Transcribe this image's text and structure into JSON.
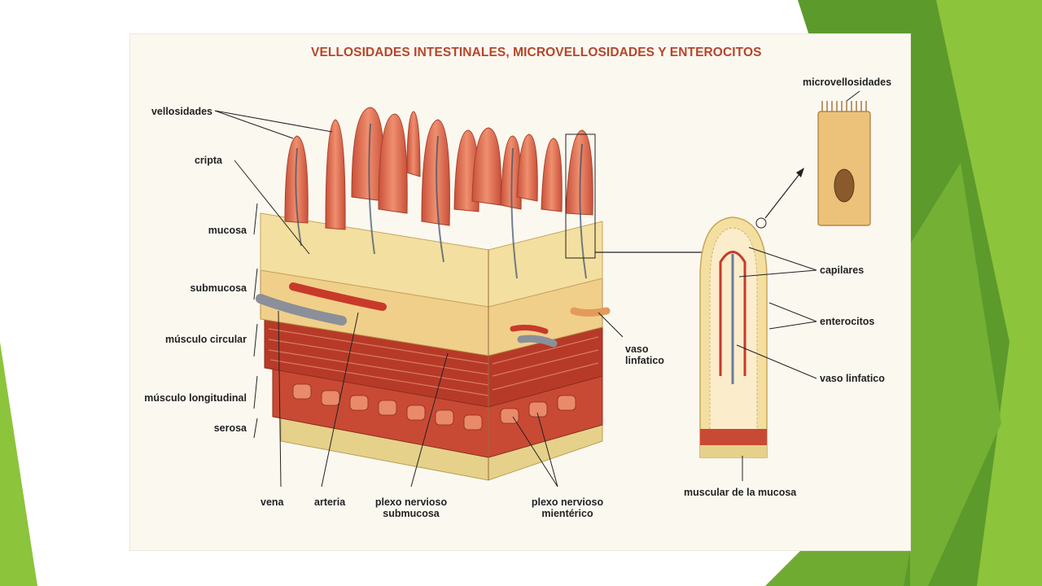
{
  "title": "VELLOSIDADES INTESTINALES, MICROVELLOSIDADES Y ENTEROCITOS",
  "labels": {
    "vellosidades": "vellosidades",
    "cripta": "cripta",
    "mucosa": "mucosa",
    "submucosa": "submucosa",
    "musculo_circular": "músculo circular",
    "musculo_longitudinal": "músculo longitudinal",
    "serosa": "serosa",
    "vena": "vena",
    "arteria": "arteria",
    "plexo_submucosa_1": "plexo nervioso",
    "plexo_submucosa_2": "submucosa",
    "plexo_mienterico_1": "plexo nervioso",
    "plexo_mienterico_2": "mientérico",
    "vaso_linfatico_1": "vaso",
    "vaso_linfatico_2": "linfatico",
    "microvellosidades": "microvellosidades",
    "capilares": "capilares",
    "enterocitos": "enterocitos",
    "vaso_linfatico_detail": "vaso linfatico",
    "muscular_mucosa": "muscular de la mucosa"
  },
  "colors": {
    "background_green_dark": "#5c9a2c",
    "background_green_light": "#8cc43c",
    "villus_red": "#d96a4a",
    "mucosa_cream": "#f3dfa0",
    "muscle_red": "#c2412e",
    "vein_gray": "#8a8f99",
    "title_red": "#b5462c"
  }
}
